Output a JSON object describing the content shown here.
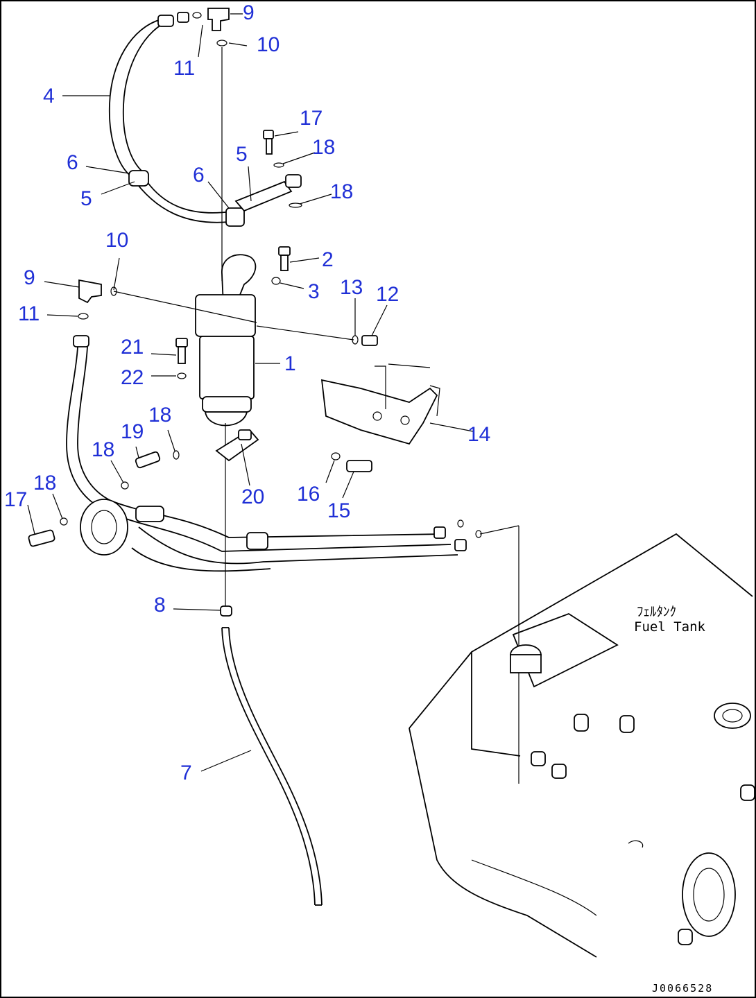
{
  "diagram": {
    "callouts": [
      "9",
      "10",
      "11",
      "4",
      "17",
      "18",
      "5",
      "6",
      "5",
      "6",
      "18",
      "10",
      "2",
      "9",
      "3",
      "13",
      "12",
      "11",
      "1",
      "21",
      "22",
      "18",
      "19",
      "18",
      "14",
      "18",
      "16",
      "15",
      "17",
      "20",
      "8",
      "7"
    ],
    "tank_label_jp": "ﾌｪﾙﾀﾝｸ",
    "tank_label_en": "Fuel Tank",
    "reference_code": "J0066528"
  },
  "colors": {
    "callout": "#1f2fd6",
    "line": "#000000",
    "border": "#000000",
    "background": "#ffffff"
  }
}
